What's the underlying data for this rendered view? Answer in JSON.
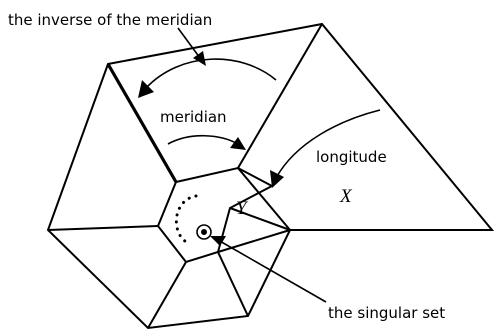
{
  "labels": {
    "inverse_meridian": "the inverse of the meridian",
    "meridian": "meridian",
    "longitude": "longitude",
    "region_x": "X",
    "region_y": "Y",
    "singular_set": "the singular set"
  }
}
